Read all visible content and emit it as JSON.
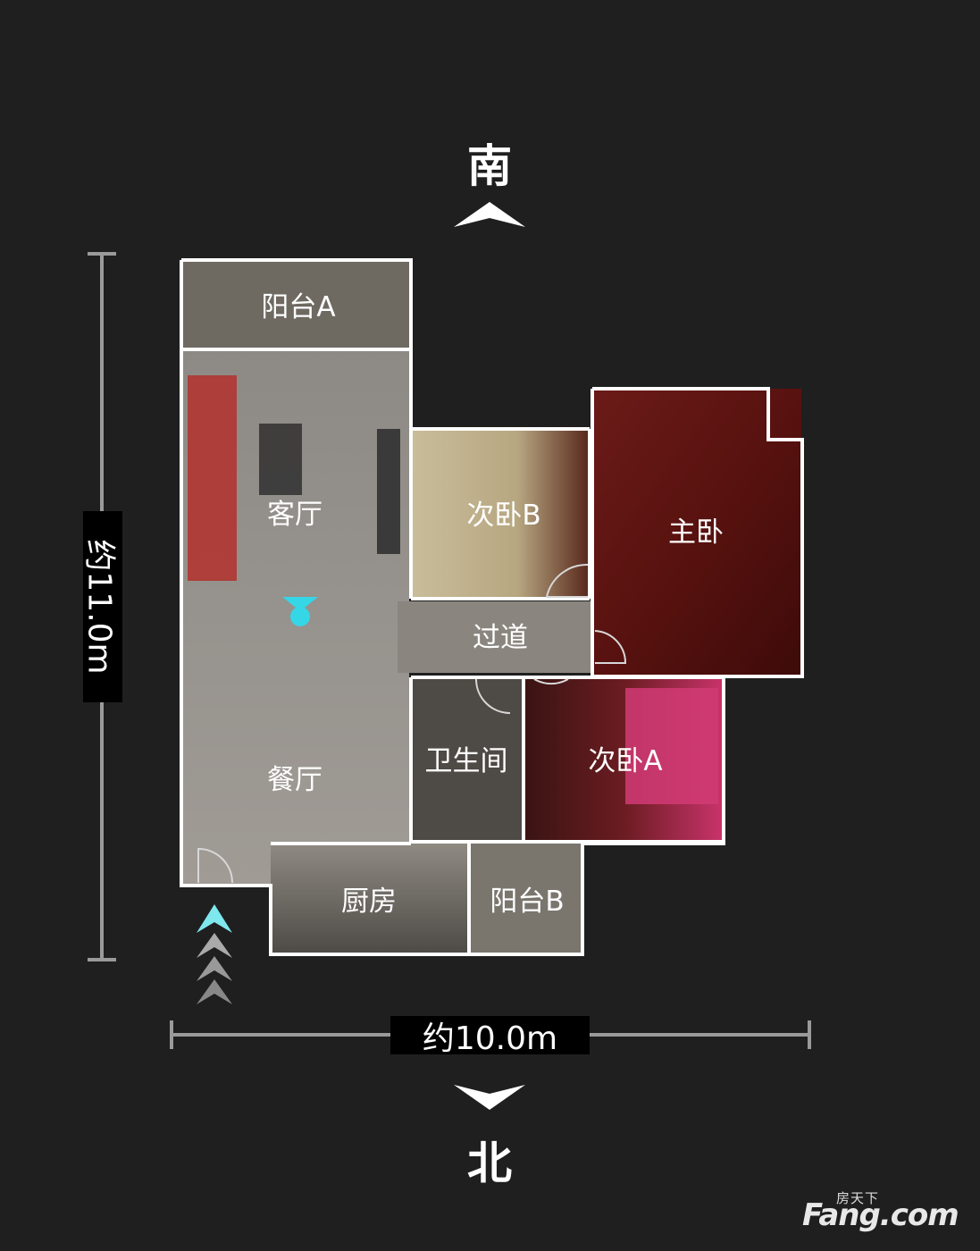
{
  "compass": {
    "south": "南",
    "north": "北"
  },
  "dimensions": {
    "width_label": "约10.0m",
    "height_label": "约11.0m"
  },
  "rooms": [
    {
      "id": "balcony-a",
      "label": "阳台A"
    },
    {
      "id": "living-room",
      "label": "客厅"
    },
    {
      "id": "dining-room",
      "label": "餐厅"
    },
    {
      "id": "secondary-bedroom-b",
      "label": "次卧B"
    },
    {
      "id": "master-bedroom",
      "label": "主卧"
    },
    {
      "id": "corridor",
      "label": "过道"
    },
    {
      "id": "bathroom",
      "label": "卫生间"
    },
    {
      "id": "secondary-bedroom-a",
      "label": "次卧A"
    },
    {
      "id": "kitchen",
      "label": "厨房"
    },
    {
      "id": "balcony-b",
      "label": "阳台B"
    }
  ],
  "logo": {
    "small_text": "房天下",
    "main_text": "Fang.com"
  },
  "colors": {
    "background": "#1f1f20",
    "wall": "#ffffff",
    "marker": "#35d6e6",
    "master_bedroom_floor": "#5a1414",
    "bedroom_a_accent": "#c2285e"
  }
}
